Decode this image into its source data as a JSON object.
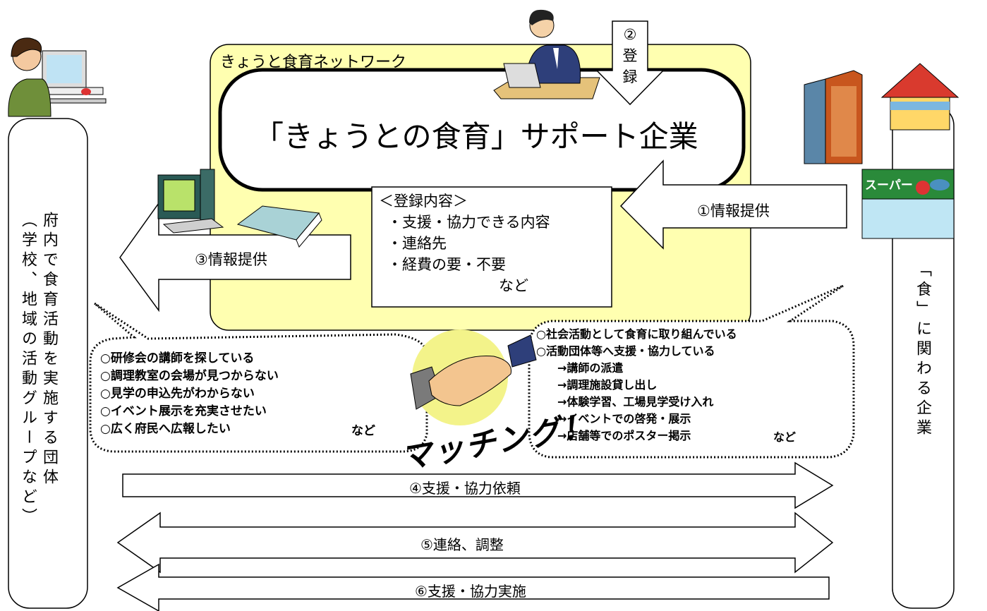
{
  "network_title": "きょうと食育ネットワーク",
  "central_title": "「きょうとの食育」サポート企業",
  "registration": {
    "title": "＜登録内容＞",
    "items": [
      "・支援・協力できる内容",
      "・連絡先",
      "・経費の要・不要"
    ],
    "etc": "など"
  },
  "step2_register": {
    "num": "②",
    "chars": [
      "登",
      "録"
    ]
  },
  "step1_info": "①情報提供",
  "step3_info": "③情報提供",
  "step4": "④支援・協力依頼",
  "step5": "⑤連絡、調整",
  "step6": "⑥支援・協力実施",
  "left_column": {
    "line1": "府内で食育活動を実施する団体",
    "line2": "（学校、地域の活動グループなど）"
  },
  "right_column": "「食」に関わる企業",
  "left_bubble": [
    "○研修会の講師を探している",
    "○調理教室の会場が見つからない",
    "○見学の申込先がわからない",
    "○イベント展示を充実させたい",
    "○広く府民へ広報したい"
  ],
  "left_bubble_etc": "など",
  "right_bubble": [
    "○社会活動として食育に取り組んでいる",
    "○活動団体等へ支援・協力している",
    "→講師の派遣",
    "→調理施設貸し出し",
    "→体験学習、工場見学受け入れ",
    "→イベントでの啓発・展示",
    "→店舗等でのポスター掲示"
  ],
  "right_bubble_etc": "など",
  "matching": "マッチング！",
  "supermarket_sign": "スーパー",
  "icons": [
    "person-at-laptop-icon",
    "businessman-icon",
    "computer-icon",
    "booklet-icon",
    "office-building-icon",
    "restaurant-icon",
    "supermarket-icon",
    "handshake-icon"
  ],
  "colors": {
    "network_bg": "#FFFFB0",
    "arrow_fill": "#FFFFFF",
    "outline": "#000000"
  }
}
